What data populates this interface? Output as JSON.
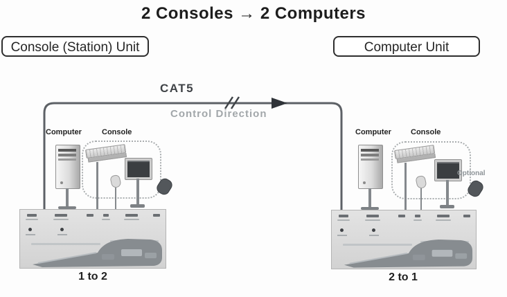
{
  "title": "2 Consoles → 2 Computers",
  "headers": {
    "left": "Console (Station) Unit",
    "right": "Computer Unit"
  },
  "cable": {
    "label": "CAT5",
    "direction_label": "Control Direction"
  },
  "groups": {
    "left": {
      "computer_label": "Computer",
      "console_label": "Console",
      "caption": "1 to 2"
    },
    "right": {
      "computer_label": "Computer",
      "console_label": "Console",
      "optional_label": "Optional",
      "caption": "2 to 1"
    }
  },
  "colors": {
    "cable": "#5d6166",
    "arrow": "#2f3338",
    "panel": "#d9d9d9",
    "wedge": "#878c90",
    "gray_text": "#a2a7aa"
  }
}
